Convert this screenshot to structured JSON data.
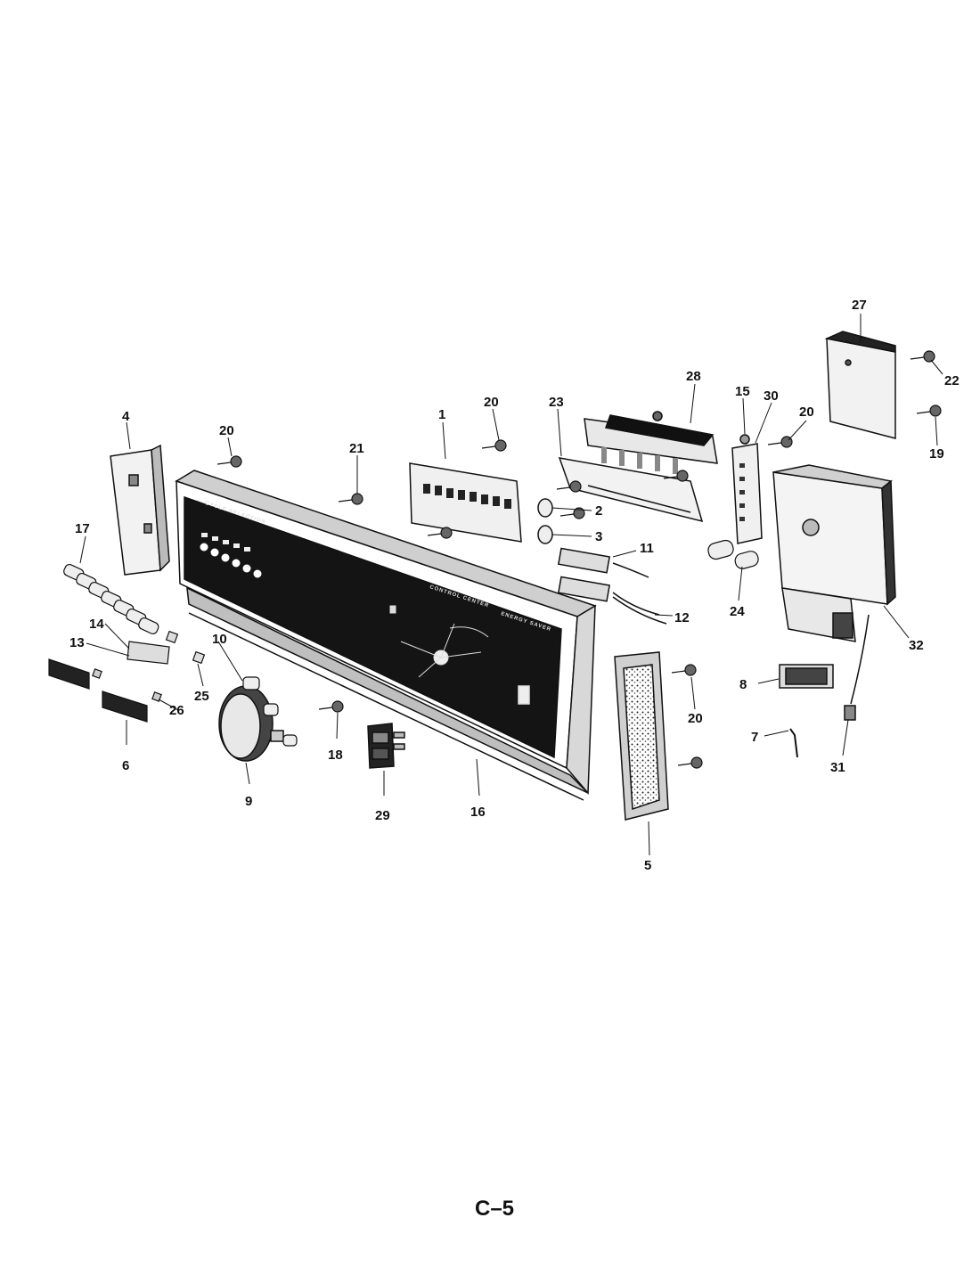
{
  "panel_text": {
    "cycle_selection": "CYCLE SELECTION",
    "control_center": "CONTROL CENTER",
    "energy_saver": "ENERGY SAVER"
  },
  "callouts": [
    "1",
    "2",
    "3",
    "4",
    "5",
    "6",
    "7",
    "8",
    "9",
    "10",
    "11",
    "12",
    "13",
    "14",
    "15",
    "16",
    "17",
    "18",
    "19",
    "20",
    "21",
    "22",
    "23",
    "24",
    "25",
    "26",
    "27",
    "28",
    "29",
    "30",
    "31",
    "32"
  ],
  "page_label": "C–5"
}
